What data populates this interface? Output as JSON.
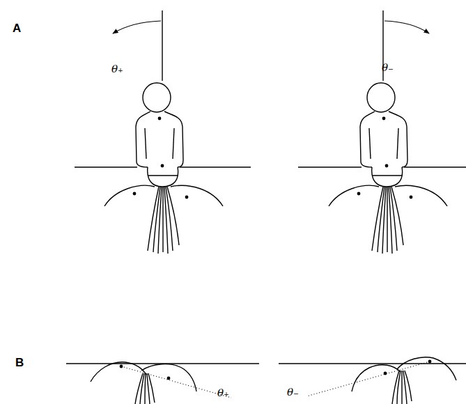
{
  "diagram": {
    "labels": [
      "A",
      "θ₊",
      "θ₋",
      "B",
      "θ₊",
      "θ₋"
    ]
  }
}
